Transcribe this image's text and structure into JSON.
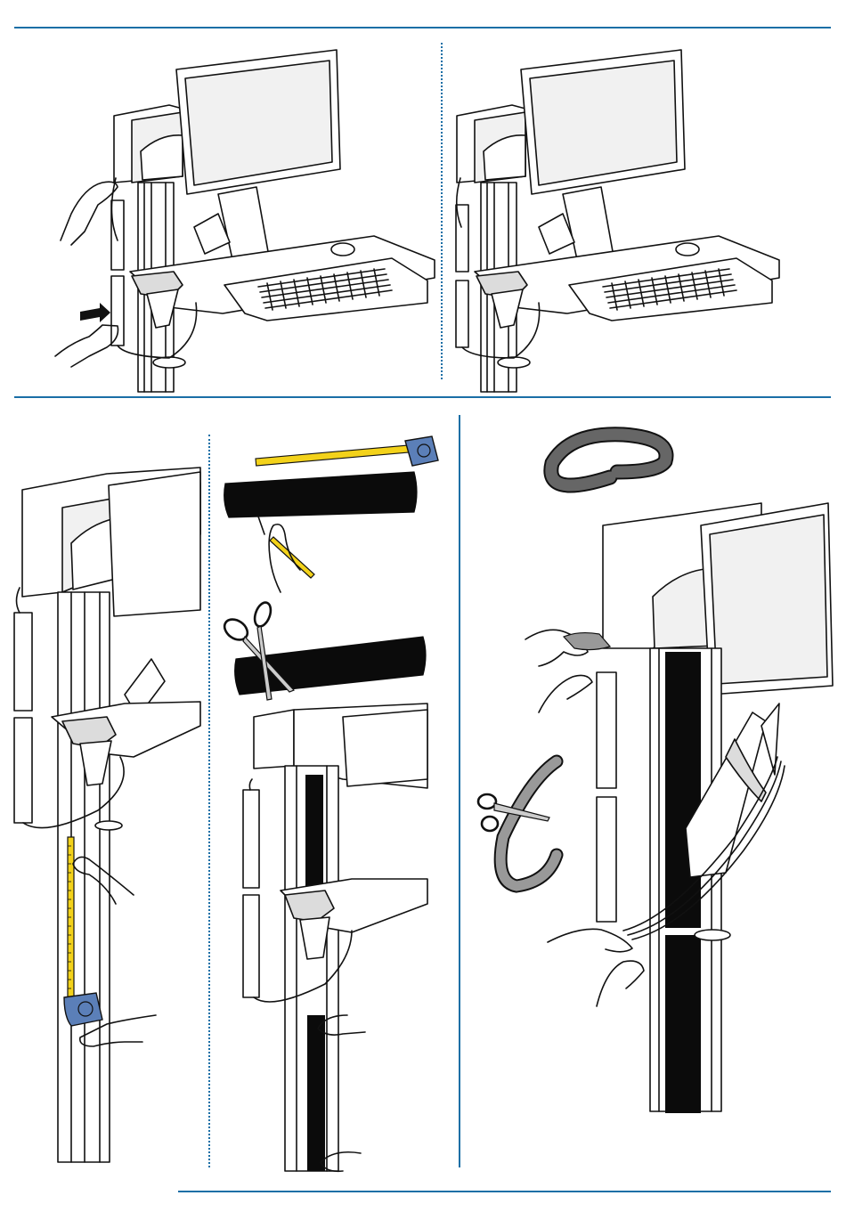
{
  "page": {
    "title": "",
    "accent_color": "#1a6fa6",
    "tape_color": "#f3d21a",
    "tape_case_color": "#5b7fb8"
  },
  "panels": [
    {
      "id": "step-a",
      "icon": "hand-pull-cable-arrow-icon"
    },
    {
      "id": "step-b",
      "icon": "cart-cable-routed-icon"
    },
    {
      "id": "step-c",
      "icon": "tape-measure-pole-icon"
    },
    {
      "id": "step-d",
      "icon": "measure-mark-cut-cover-icon"
    },
    {
      "id": "step-e",
      "icon": "foam-cover-install-icon"
    }
  ]
}
